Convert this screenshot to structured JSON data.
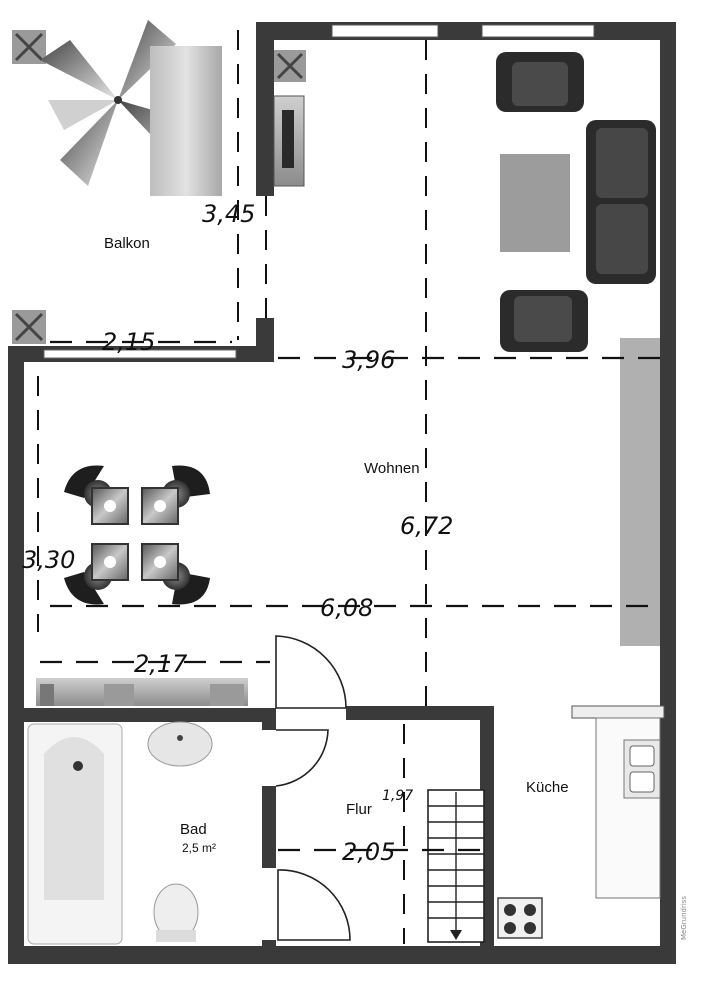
{
  "rooms": {
    "balkon": "Balkon",
    "wohnen": "Wohnen",
    "bad": "Bad",
    "bad_area": "2,5 m²",
    "flur": "Flur",
    "kueche": "Küche"
  },
  "dimensions": {
    "balkon_height": "3,45",
    "balkon_width": "2,15",
    "wohnen_upper_width": "3,96",
    "wohnen_depth": "6,72",
    "dining_height": "3,30",
    "wohnen_full_width": "6,08",
    "lower_width": "2,17",
    "flur_height": "1,97",
    "flur_width": "2,05"
  },
  "watermark": "MeGrundriss",
  "colors": {
    "wall": "#3a3a3a",
    "furniture_dark": "#2b2b2b",
    "furniture_gray": "#9a9a9a"
  }
}
